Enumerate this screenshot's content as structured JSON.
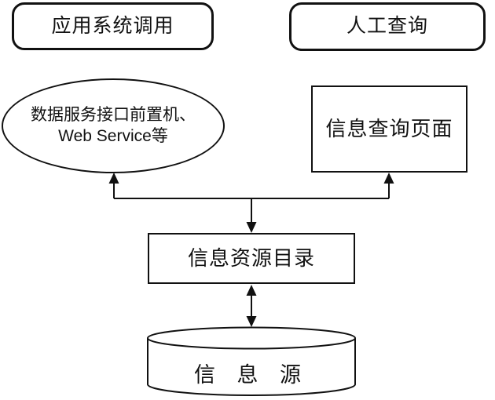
{
  "nodes": {
    "app_call": {
      "label": "应用系统调用"
    },
    "manual_query": {
      "label": "人工查询"
    },
    "service_interface": {
      "line1": "数据服务接口前置机、",
      "line2": "Web Service等"
    },
    "query_page": {
      "label": "信息查询页面"
    },
    "resource_catalog": {
      "label": "信息资源目录"
    },
    "info_source": {
      "label": "信 息 源"
    }
  },
  "edges": [
    {
      "from": "resource_catalog",
      "to": "service_interface",
      "arrow": "up"
    },
    {
      "from": "resource_catalog",
      "to": "query_page",
      "arrow": "up"
    },
    {
      "from": "junction",
      "to": "resource_catalog",
      "arrow": "down"
    },
    {
      "from": "resource_catalog",
      "to": "info_source",
      "arrow": "both"
    }
  ],
  "colors": {
    "stroke": "#111111",
    "background": "#ffffff",
    "text": "#111111"
  }
}
